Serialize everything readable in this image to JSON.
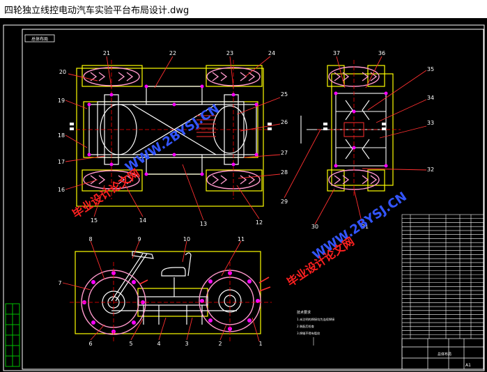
{
  "window": {
    "title": "四轮独立线控电动汽车实验平台布局设计.dwg"
  },
  "sheet": {
    "tag": "总体布局"
  },
  "colors": {
    "background": "#000000",
    "drawing": "#ffffff",
    "frame_yellow": "#ffff00",
    "frame_green": "#00c000",
    "wheel_pink": "#ff99cc",
    "bolt_magenta": "#ff00ff",
    "centerline_red": "#ff0000",
    "leader_red": "#ff3030",
    "label_white": "#ffffff"
  },
  "callouts": [
    "1",
    "2",
    "3",
    "4",
    "5",
    "6",
    "7",
    "8",
    "9",
    "10",
    "11",
    "12",
    "13",
    "14",
    "15",
    "16",
    "17",
    "18",
    "19",
    "20",
    "21",
    "22",
    "23",
    "24",
    "25",
    "26",
    "27",
    "28",
    "29",
    "30",
    "31",
    "32",
    "33",
    "34",
    "35",
    "36",
    "37"
  ],
  "watermarks": {
    "site": "WWW.2BYSJ.CN",
    "name": "毕业设计论文网"
  },
  "notes": {
    "heading": "技术要求",
    "lines": [
      "1.未注明的焊接均为连续焊接",
      "2.装配后检查",
      "3.焊缝不得有裂纹"
    ]
  },
  "title_block": {
    "name": "总体布局",
    "drawing_no": "A1"
  },
  "parts_list": {
    "rows": 31
  },
  "icons": [
    "steering-wheel-icon",
    "seat-icon"
  ]
}
